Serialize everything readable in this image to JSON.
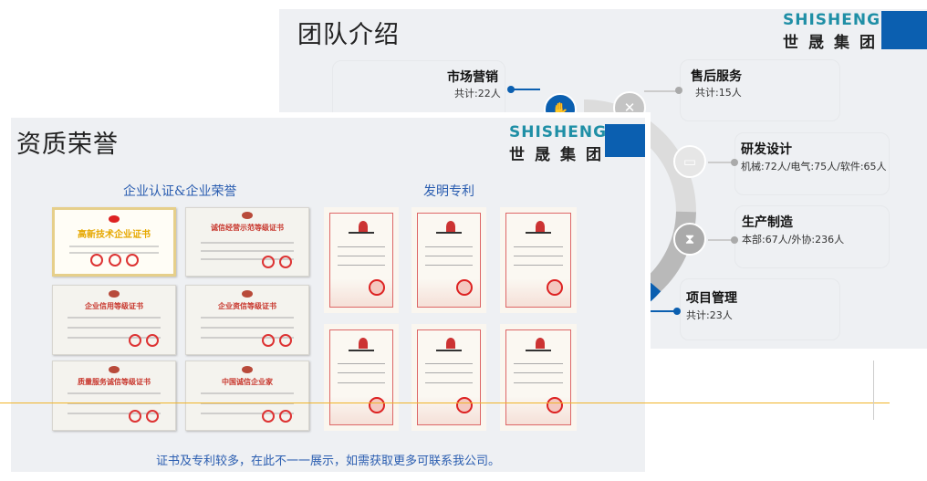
{
  "team_slide": {
    "title": "团队介绍",
    "logo": {
      "en": "SHISHENG",
      "cn": "世晟集团"
    },
    "departments": [
      {
        "name": "市场营销",
        "detail": "共计:22人",
        "icon": "handshake-icon"
      },
      {
        "name": "售后服务",
        "detail": "共计:15人",
        "icon": "wrench-icon"
      },
      {
        "name": "研发设计",
        "detail": "机械:72人/电气:75人/软件:65人",
        "icon": "battery-icon"
      },
      {
        "name": "生产制造",
        "detail": "本部:67人/外协:236人",
        "icon": "hourglass-icon"
      },
      {
        "name": "项目管理",
        "detail": "共计:23人",
        "icon": "project-icon"
      }
    ]
  },
  "honor_slide": {
    "title": "资质荣誉",
    "logo": {
      "en": "SHISHENG",
      "cn": "世晟集团"
    },
    "section_certs": "企业认证&企业荣誉",
    "section_patents": "发明专利",
    "certificates": [
      "高新技术企业证书",
      "诚信经营示范等级证书",
      "企业信用等级证书",
      "企业资信等级证书",
      "质量服务诚信等级证书",
      "中国诚信企业家"
    ],
    "patent_count": 6,
    "footer": "证书及专利较多，在此不一一展示，如需获取更多可联系我公司。"
  },
  "colors": {
    "brand_blue": "#0b5fb0",
    "logo_teal": "#1f8fa6",
    "heading_blue": "#2a5db0",
    "guide_line": "#f0b429"
  }
}
